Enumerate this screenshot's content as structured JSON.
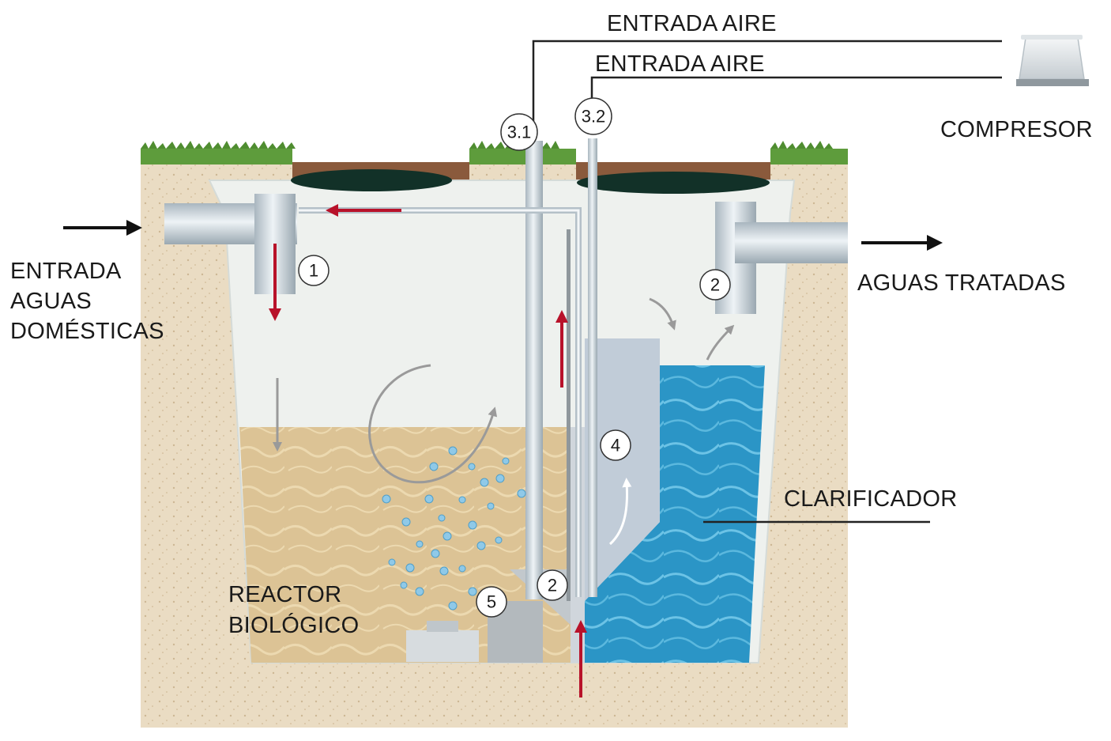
{
  "labels": {
    "air_inlet_1": "ENTRADA AIRE",
    "air_inlet_2": "ENTRADA AIRE",
    "compressor": "COMPRESOR",
    "inlet_line1": "ENTRADA",
    "inlet_line2": "AGUAS",
    "inlet_line3": "DOMÉSTICAS",
    "outlet": "AGUAS TRATADAS",
    "clarifier": "CLARIFICADOR",
    "reactor_line1": "REACTOR",
    "reactor_line2": "BIOLÓGICO"
  },
  "markers": {
    "m1": "1",
    "m2_outlet": "2",
    "m2_bottom": "2",
    "m31": "3.1",
    "m32": "3.2",
    "m4": "4",
    "m5": "5"
  },
  "colors": {
    "flow_arrow": "#b8122a",
    "water": "#2a93c4",
    "reactor": "#d9bf8c",
    "soil": "#e8d9bf",
    "grass": "#5a9a3a",
    "tank_wall": "#eef1ee",
    "pipe": "#c9d3d9"
  }
}
